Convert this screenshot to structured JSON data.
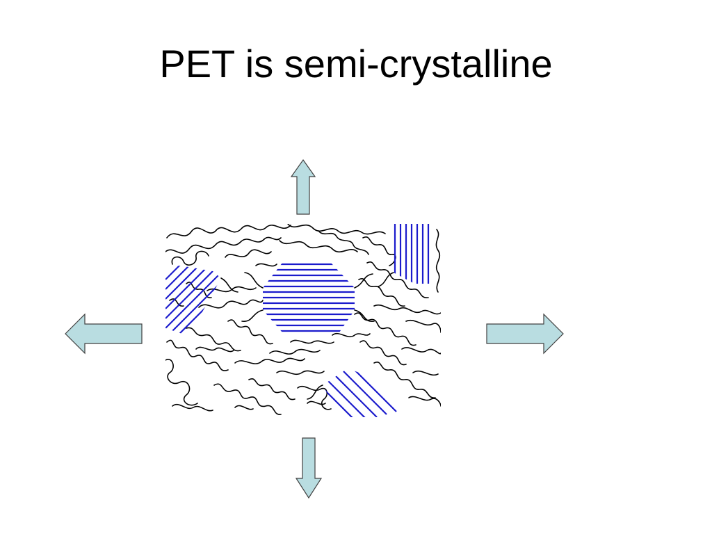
{
  "slide": {
    "title": "PET is semi-crystalline"
  },
  "figure": {
    "subject": "polymer-morphology",
    "amorphous_chain_color": "#000000",
    "crystalline_lamella_color": "#1a1acc"
  },
  "arrows": {
    "fill_color": "#b9dde1",
    "stroke_color": "#404040",
    "directions": [
      "up",
      "down",
      "left",
      "right"
    ]
  }
}
